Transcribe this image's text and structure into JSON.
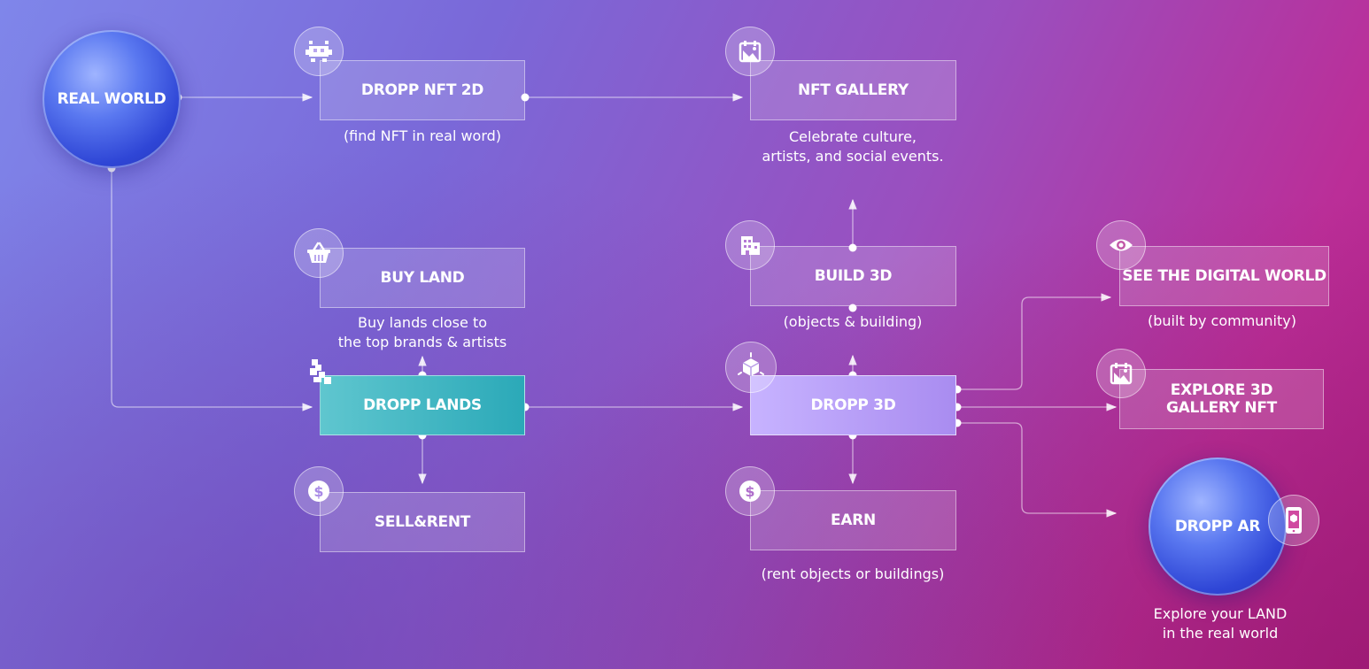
{
  "nodes": {
    "real_world": {
      "label": "REAL WORLD"
    },
    "dropp_nft_2d": {
      "label": "DROPP NFT 2D",
      "caption": "(find NFT in real word)"
    },
    "nft_gallery": {
      "label": "NFT GALLERY",
      "caption": "Celebrate culture,\nartists, and social events."
    },
    "buy_land": {
      "label": "BUY LAND",
      "caption": "Buy lands close to\nthe top brands & artists"
    },
    "dropp_lands": {
      "label": "DROPP LANDS"
    },
    "sell_rent": {
      "label": "SELL&RENT"
    },
    "build_3d": {
      "label": "BUILD 3D",
      "caption": "(objects & building)"
    },
    "dropp_3d": {
      "label": "DROPP 3D"
    },
    "earn": {
      "label": "EARN",
      "caption": "(rent objects or buildings)"
    },
    "see_digital_world": {
      "label": "SEE THE DIGITAL WORLD",
      "caption": "(built by community)"
    },
    "explore_3d_gallery": {
      "label": "EXPLORE 3D\nGALLERY NFT"
    },
    "dropp_ar": {
      "label": "DROPP AR",
      "caption": "Explore your LAND\nin the real world"
    }
  },
  "icons": {
    "dropp_nft_2d": "pixel-invader-icon",
    "nft_gallery": "gallery-image-icon",
    "buy_land": "shopping-basket-icon",
    "dropp_lands": "land-blocks-icon",
    "sell_rent": "dollar-coin-icon",
    "build_3d": "building-icon",
    "dropp_3d": "3d-cube-icon",
    "earn": "dollar-coin-icon",
    "see_digital_world": "eye-icon",
    "explore_3d_gallery": "gallery-image-icon",
    "dropp_ar": "phone-ar-icon"
  },
  "colors": {
    "background_left": "#7f86ea",
    "background_right": "#b02086",
    "dropp_lands_fill": "#2ba9b8",
    "dropp_3d_fill": "#c7b3ff",
    "globe_fill": "#2f46d6"
  }
}
